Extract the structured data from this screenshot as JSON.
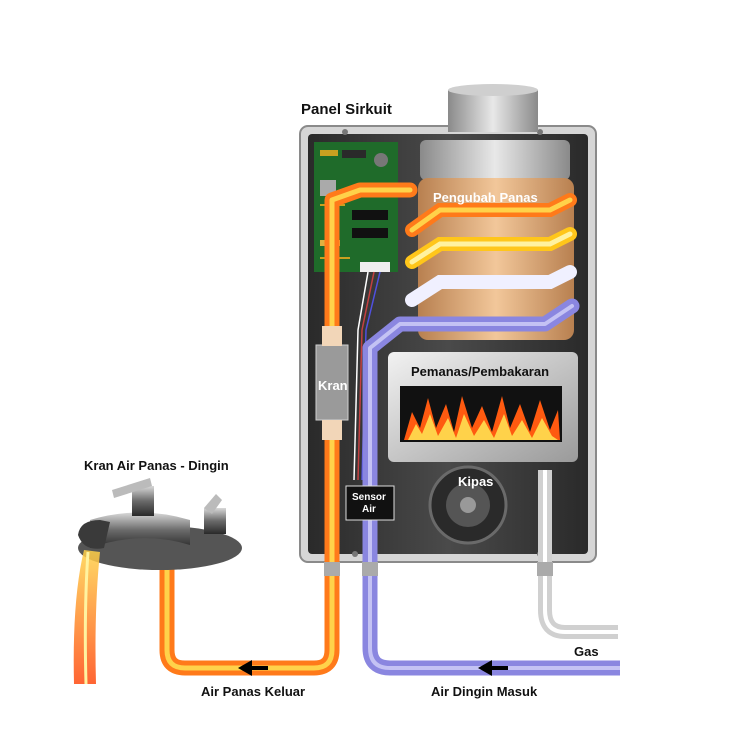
{
  "labels": {
    "panel": "Panel Sirkuit",
    "heat_exchanger": "Pengubah Panas",
    "burner": "Pemanas/Pembakaran",
    "valve": "Kran",
    "fan": "Kipas",
    "sensor_line1": "Sensor",
    "sensor_line2": "Air",
    "faucet": "Kran Air Panas - Dingin",
    "hot_out": "Air Panas Keluar",
    "cold_in": "Air Dingin Masuk",
    "gas": "Gas"
  },
  "colors": {
    "hot_pipe": "#ff7a1a",
    "hot_core": "#ffd24a",
    "cold_pipe": "#8a86e0",
    "gas_pipe": "#e6e6e6",
    "cabinet": "#3a3a3a",
    "flame": "#ff5a10",
    "circuit_board": "#1f6b2a"
  },
  "icons": {
    "flow_arrow": "arrow-left-icon",
    "fan": "fan-icon",
    "faucet": "faucet-icon",
    "flame": "flame-icon"
  }
}
